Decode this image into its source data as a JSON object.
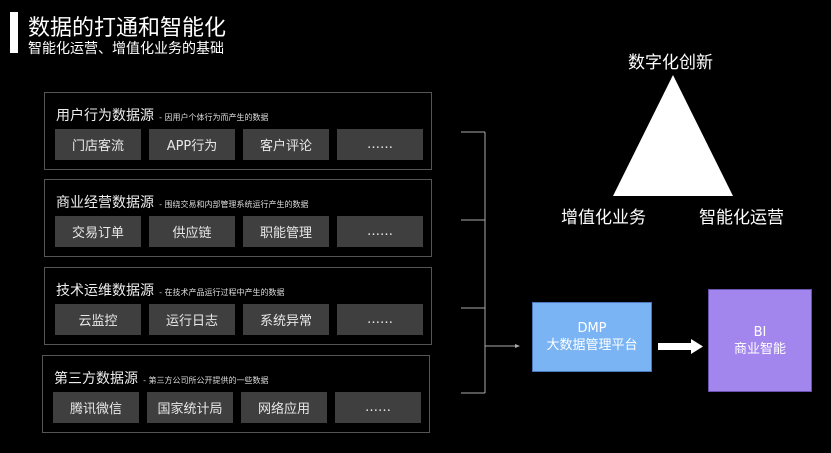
{
  "header": {
    "title": "数据的打通和智能化",
    "subtitle": "智能化运营、增值化业务的基础"
  },
  "sources": [
    {
      "name": "用户行为数据源",
      "desc": "- 因用户个体行为而产生的数据",
      "items": [
        "门店客流",
        "APP行为",
        "客户评论",
        "……"
      ]
    },
    {
      "name": "商业经营数据源",
      "desc": "- 围绕交易和内部管理系统运行产生的数据",
      "items": [
        "交易订单",
        "供应链",
        "职能管理",
        "……"
      ]
    },
    {
      "name": "技术运维数据源",
      "desc": "- 在技术产品运行过程中产生的数据",
      "items": [
        "云监控",
        "运行日志",
        "系统异常",
        "……"
      ]
    },
    {
      "name": "第三方数据源",
      "desc": "- 第三方公司所公开提供的一些数据",
      "items": [
        "腾讯微信",
        "国家统计局",
        "网络应用",
        "……"
      ]
    }
  ],
  "triangle": {
    "top": "数字化创新",
    "left": "增值化业务",
    "right": "智能化运营"
  },
  "dmp": {
    "line1": "DMP",
    "line2": "大数据管理平台",
    "color": "#7ab4f5"
  },
  "bi": {
    "line1": "BI",
    "line2": "商业智能",
    "color": "#a385ee"
  }
}
